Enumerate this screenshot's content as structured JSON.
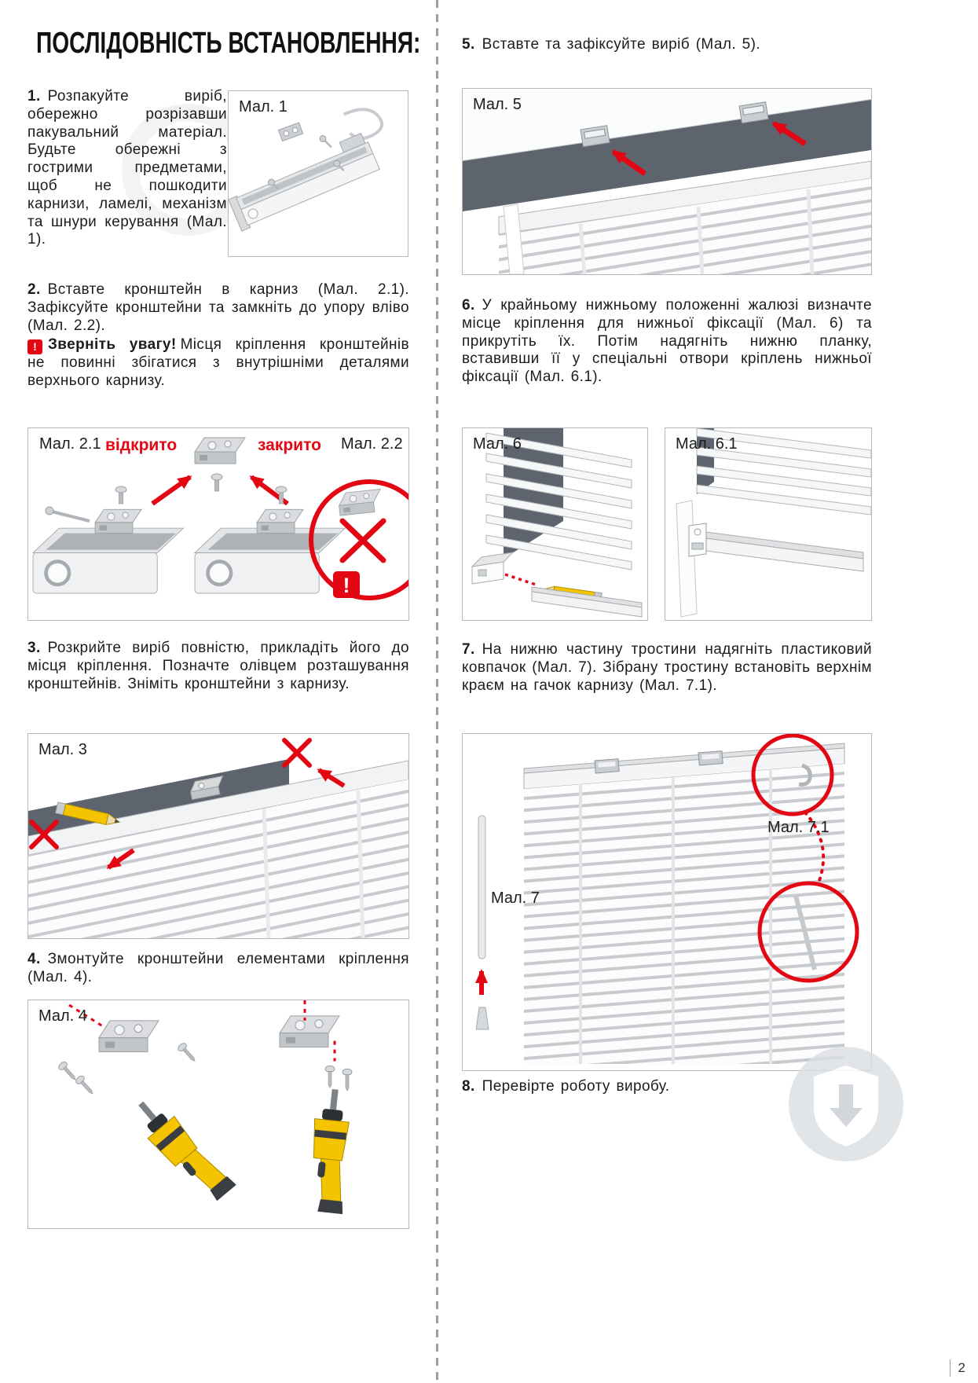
{
  "page": {
    "title": "ПОСЛІДОВНІСТЬ ВСТАНОВЛЕННЯ:",
    "page_number": "2"
  },
  "steps": {
    "s1": {
      "num": "1.",
      "text": "Розпакуйте виріб, обережно розрізавши пакувальний матеріал. Будьте обережні з гострими предметами, щоб не пошкодити карнизи, ламелі, механізм та шнури керування (Мал. 1)."
    },
    "s2": {
      "num": "2.",
      "text": "Вставте кронштейн в карниз (Мал. 2.1). Зафіксуйте кронштейни та замкніть до упору вліво (Мал. 2.2).",
      "note_icon": "!",
      "note_title": "Зверніть увагу!",
      "note_text": "Місця кріплення кронштейнів не повинні збігатися з внутрішніми деталями верхнього карнизу."
    },
    "s3": {
      "num": "3.",
      "text": "Розкрийте виріб повністю, прикладіть його до місця кріплення. Позначте олівцем розташування кронштейнів. Зніміть кронштейни з карнизу."
    },
    "s4": {
      "num": "4.",
      "text": "Змонтуйте кронштейни елементами кріплення (Мал. 4)."
    },
    "s5": {
      "num": "5.",
      "text": "Вставте та зафіксуйте виріб (Мал. 5)."
    },
    "s6": {
      "num": "6.",
      "text": "У крайньому нижньому положенні жалюзі визначте місце кріплення для нижньої фіксації (Мал. 6) та прикрутіть їх. Потім надягніть нижню планку, вставивши її у спеціальні отвори кріплень нижньої фіксації (Мал. 6.1)."
    },
    "s7": {
      "num": "7.",
      "text": "На нижню частину тростини надягніть пластиковий ковпачок (Мал. 7). Зібрану тростину встановіть верхнім краєм на гачок карнизу (Мал. 7.1)."
    },
    "s8": {
      "num": "8.",
      "text": "Перевірте роботу виробу."
    }
  },
  "figures": {
    "fig1": {
      "label": "Мал. 1"
    },
    "fig2": {
      "label_left": "Мал. 2.1",
      "open": "відкрито",
      "closed": "закрито",
      "label_right": "Мал. 2.2"
    },
    "fig3": {
      "label": "Мал. 3"
    },
    "fig4": {
      "label": "Мал. 4"
    },
    "fig5": {
      "label": "Мал. 5"
    },
    "fig6": {
      "label": "Мал. 6"
    },
    "fig61": {
      "label": "Мал. 6.1"
    },
    "fig7": {
      "label": "Мал. 7",
      "label71": "Мал. 7.1"
    }
  },
  "colors": {
    "accent_red": "#e30613",
    "dark_band_gray": "#5d646e",
    "pencil_yellow": "#f5c400",
    "drill_yellow": "#f4c400"
  }
}
